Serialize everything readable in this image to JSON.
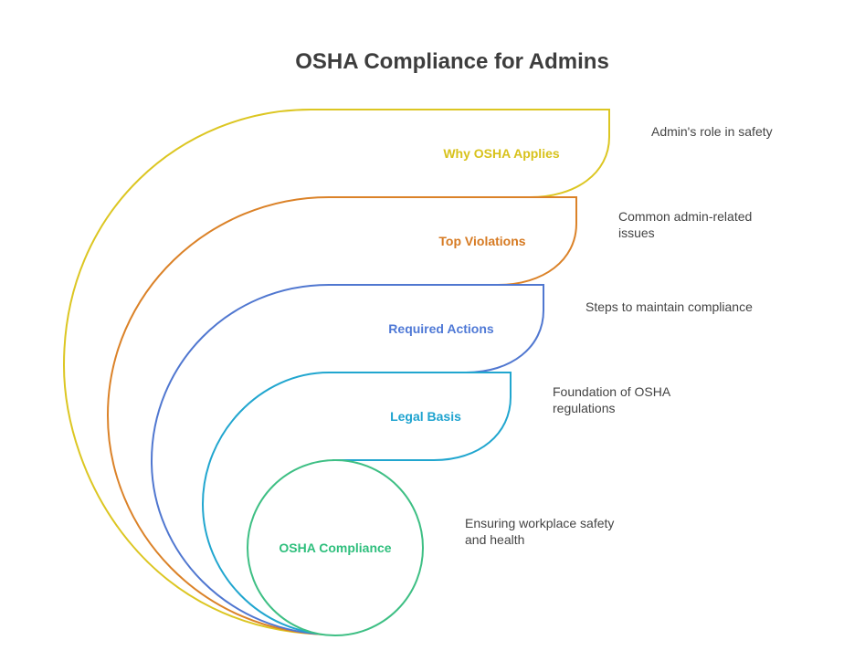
{
  "title": "OSHA Compliance for Admins",
  "colors": {
    "yellow": "#dcc622",
    "orange": "#db8228",
    "blue": "#5077d0",
    "cyan": "#21a6cf",
    "green": "#3ebf84",
    "text": "#444444",
    "title": "#3d3d3d"
  },
  "layers": [
    {
      "label": "Why OSHA Applies",
      "color": "#d8c21c",
      "desc": [
        "Admin's role in safety"
      ]
    },
    {
      "label": "Top Violations",
      "color": "#d67a22",
      "desc": [
        "Common admin-related",
        "issues"
      ]
    },
    {
      "label": "Required Actions",
      "color": "#4f79d6",
      "desc": [
        "Steps to maintain compliance"
      ]
    },
    {
      "label": "Legal Basis",
      "color": "#1ea3cf",
      "desc": [
        "Foundation of OSHA",
        "regulations"
      ]
    }
  ],
  "core": {
    "label": "OSHA Compliance",
    "color": "#2fbf7d",
    "desc": [
      "Ensuring workplace safety",
      "and health"
    ]
  }
}
